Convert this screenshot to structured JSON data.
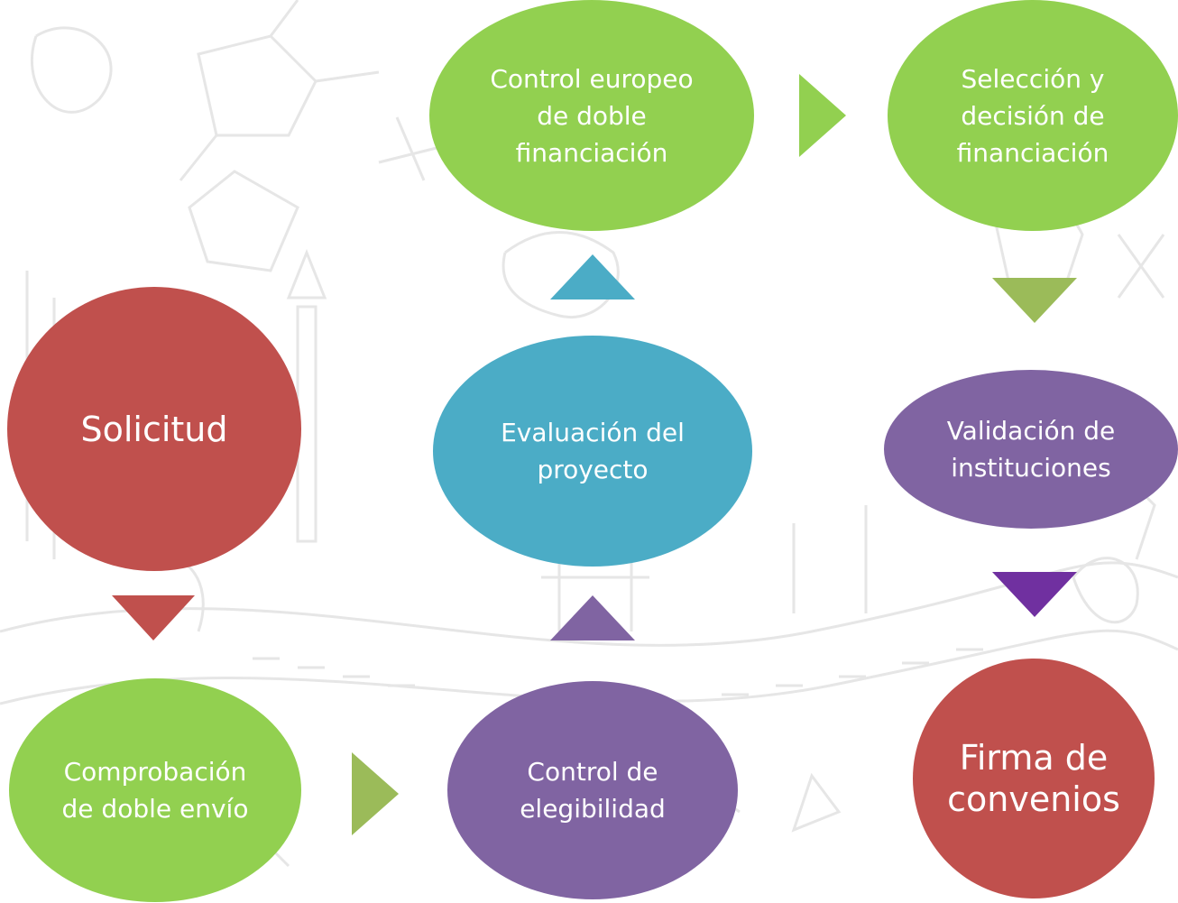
{
  "colors": {
    "green": "#92d050",
    "red": "#c0504d",
    "teal": "#4bacc6",
    "purple": "#8064a2",
    "olive": "#9bbb59",
    "dark_purple": "#7030a0"
  },
  "nodes": {
    "solicitud": "Solicitud",
    "comprobacion": "Comprobación\nde doble envío",
    "control_elegibilidad": "Control de\nelegibilidad",
    "evaluacion": "Evaluación del\nproyecto",
    "control_europeo": "Control europeo\nde doble\nfinanciación",
    "seleccion": "Selección y\ndecisión de\nfinanciación",
    "validacion": "Validación de\ninstituciones",
    "firma": "Firma de\nconvenios"
  }
}
